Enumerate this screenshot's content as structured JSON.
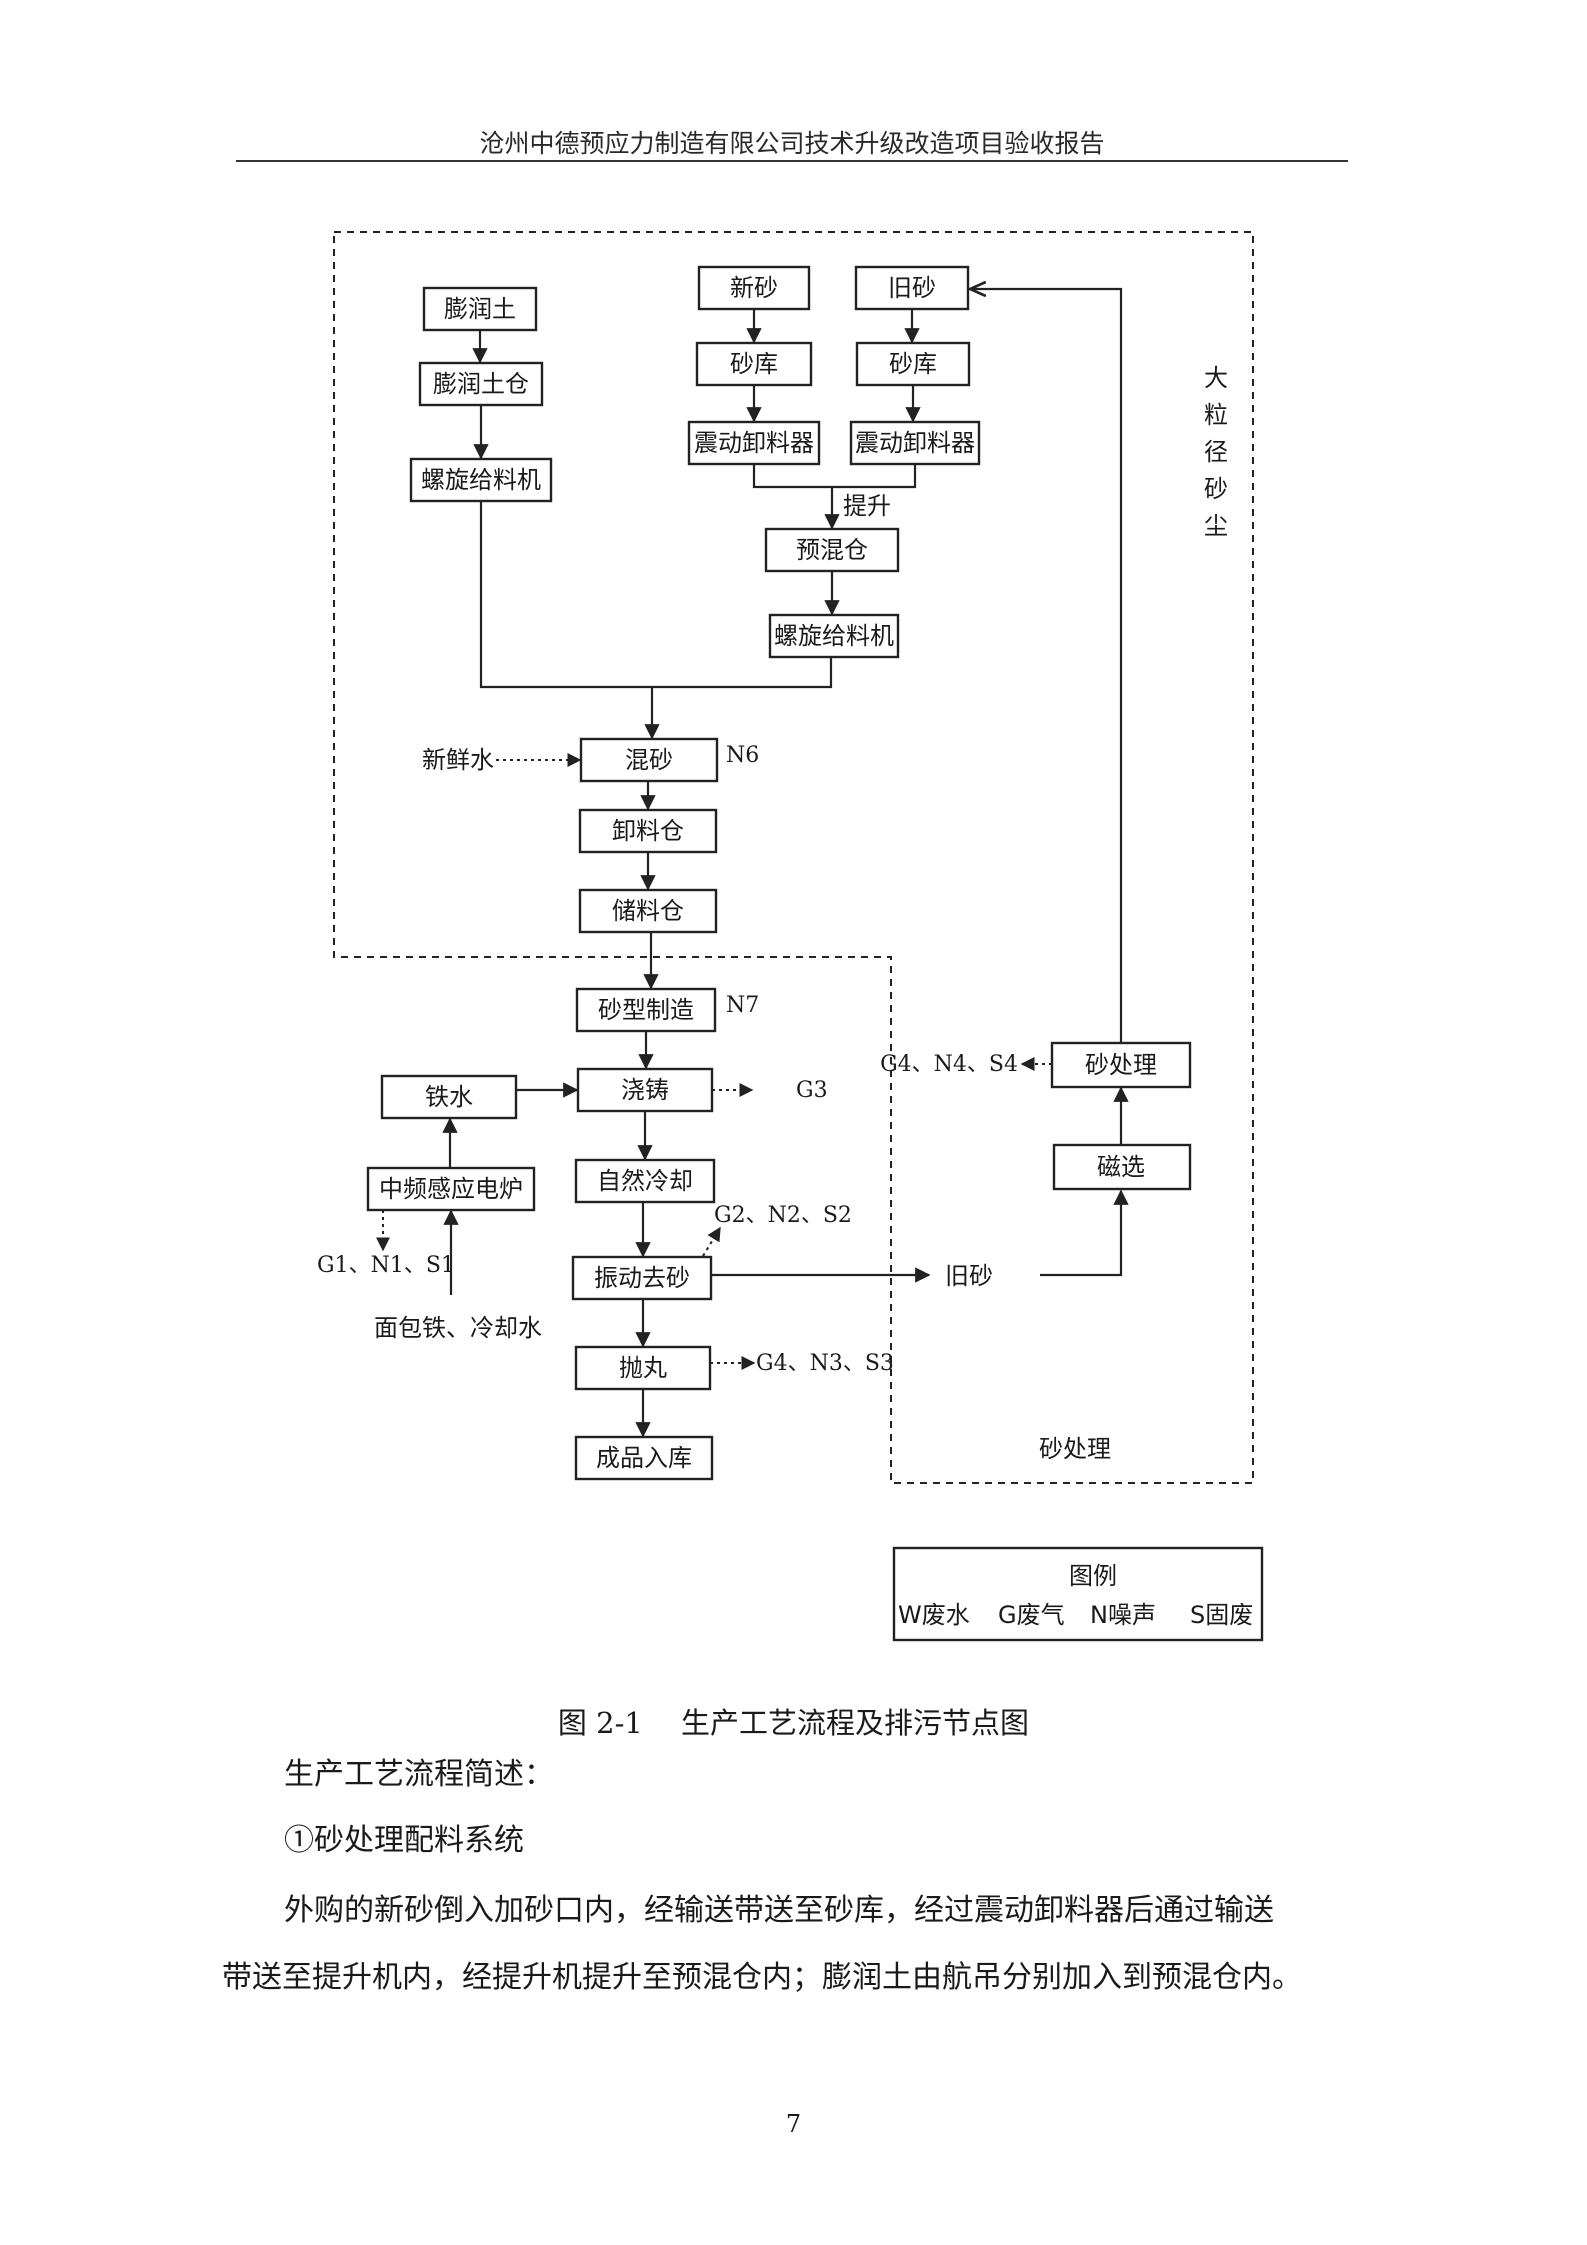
{
  "header": {
    "title": "沧州中德预应力制造有限公司技术升级改造项目验收报告"
  },
  "flowchart": {
    "left_branch": [
      "膨润土",
      "膨润土仓",
      "螺旋给料机"
    ],
    "new_sand": [
      "新砂",
      "砂库",
      "震动卸料器"
    ],
    "old_sand": [
      "旧砂",
      "砂库",
      "震动卸料器"
    ],
    "lift_label": "提升",
    "premix": "预混仓",
    "premix_feeder": "螺旋给料机",
    "fresh_water": "新鲜水",
    "mix": "混砂",
    "mix_note": "N6",
    "unload": "卸料仓",
    "storage": "储料仓",
    "molding": "砂型制造",
    "molding_note": "N7",
    "molten_iron": "铁水",
    "furnace": "中频感应电炉",
    "furnace_emission": "G1、N1、S1",
    "furnace_input": "面包铁、冷却水",
    "pouring": "浇铸",
    "pouring_emission": "G3",
    "cooling": "自然冷却",
    "shakeout_emission": "G2、N2、S2",
    "shakeout": "振动去砂",
    "old_sand_label": "旧砂",
    "shotblast": "抛丸",
    "shotblast_emission": "G4、N3、S3",
    "finished": "成品入库",
    "magnetic": "磁选",
    "sand_treatment": "砂处理",
    "sand_treatment_emission": "G4、N4、S4",
    "dust_label": "大粒径砂尘",
    "sand_area_label": "砂处理"
  },
  "legend": {
    "title": "图例",
    "items": [
      "W废水",
      "G废气",
      "N噪声",
      "S固废"
    ]
  },
  "caption": "图 2-1　 生产工艺流程及排污节点图",
  "body": {
    "heading": "生产工艺流程简述：",
    "subheading": "①砂处理配料系统",
    "line1": "外购的新砂倒入加砂口内，经输送带送至砂库，经过震动卸料器后通过输送",
    "line2": "带送至提升机内，经提升机提升至预混仓内；膨润土由航吊分别加入到预混仓内。"
  },
  "page_number": "7"
}
